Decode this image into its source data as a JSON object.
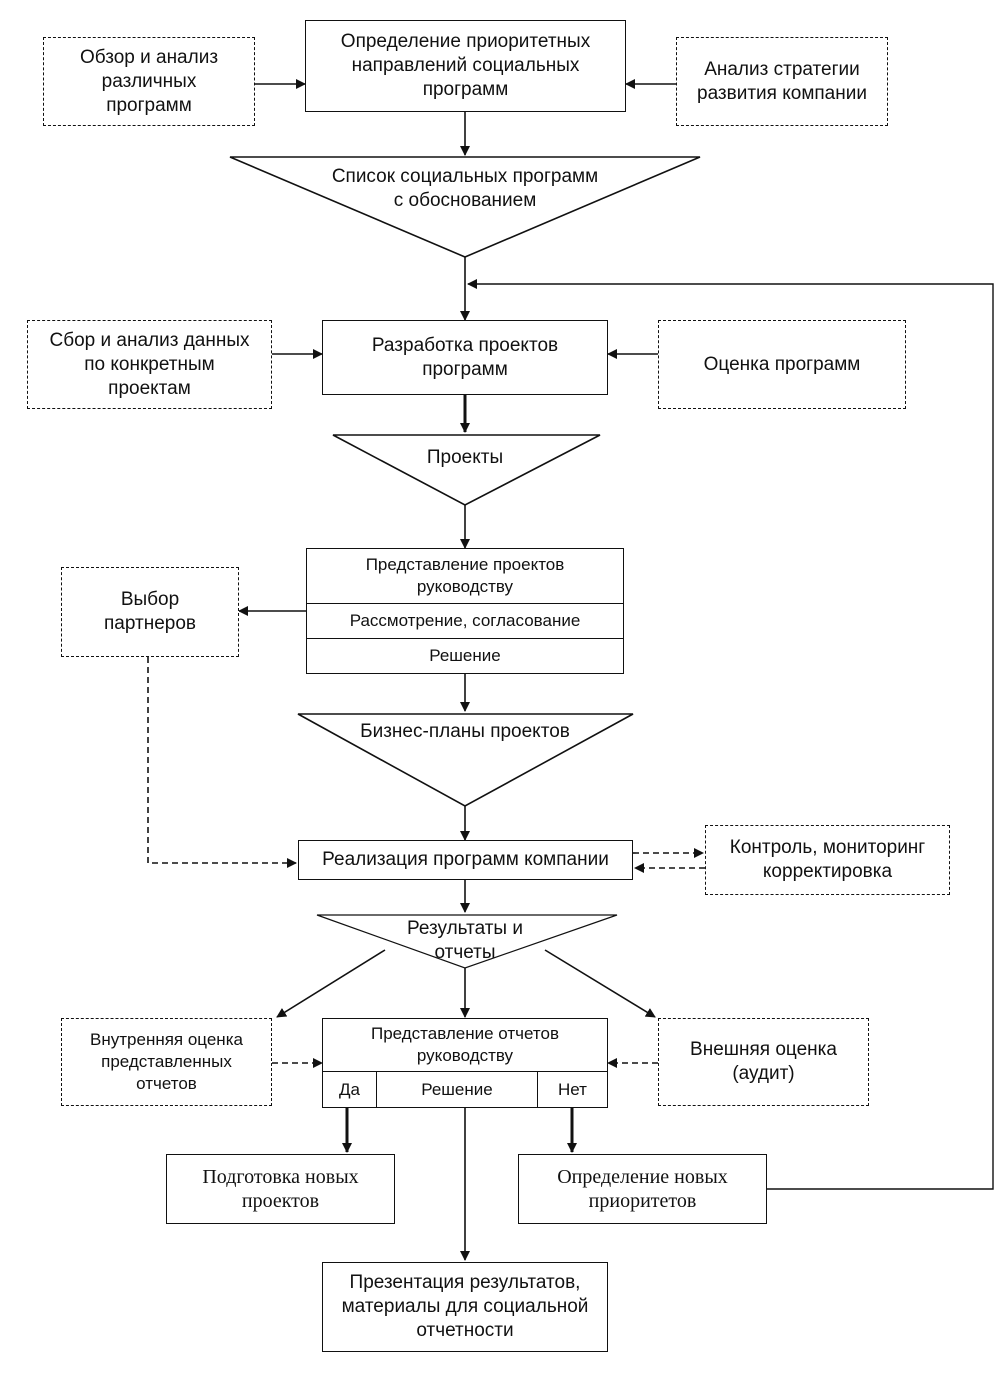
{
  "nodes": {
    "priorities": "Определение приоритетных\nнаправлений социальных\nпрограмм",
    "review_programs": "Обзор и анализ\nразличных\nпрограмм",
    "strategy_analysis": "Анализ стратегии\nразвития компании",
    "program_list": "Список социальных программ\nс обоснованием",
    "develop_projects": "Разработка проектов\nпрограмм",
    "collect_data": "Сбор и анализ данных\nпо конкретным\nпроектам",
    "evaluate_programs": "Оценка программ",
    "projects": "Проекты",
    "mgmt_presentation": {
      "row1": "Представление проектов\nруководству",
      "row2": "Рассмотрение, согласование",
      "row3": "Решение"
    },
    "partner_choice": "Выбор\nпартнеров",
    "business_plans": "Бизнес-планы проектов",
    "implementation": "Реализация программ компании",
    "control": "Контроль, мониторинг\nкорректировка",
    "results": "Результаты и\nотчеты",
    "report_presentation": {
      "title": "Представление отчетов\nруководству",
      "yes": "Да",
      "decision": "Решение",
      "no": "Нет"
    },
    "internal_eval": "Внутренняя оценка\nпредставленных\nотчетов",
    "external_eval": "Внешняя оценка\n(аудит)",
    "new_projects": "Подготовка новых\nпроектов",
    "new_priorities": "Определение новых\nприоритетов",
    "presentation_results": "Презентация результатов,\nматериалы для социальной\nотчетности"
  }
}
